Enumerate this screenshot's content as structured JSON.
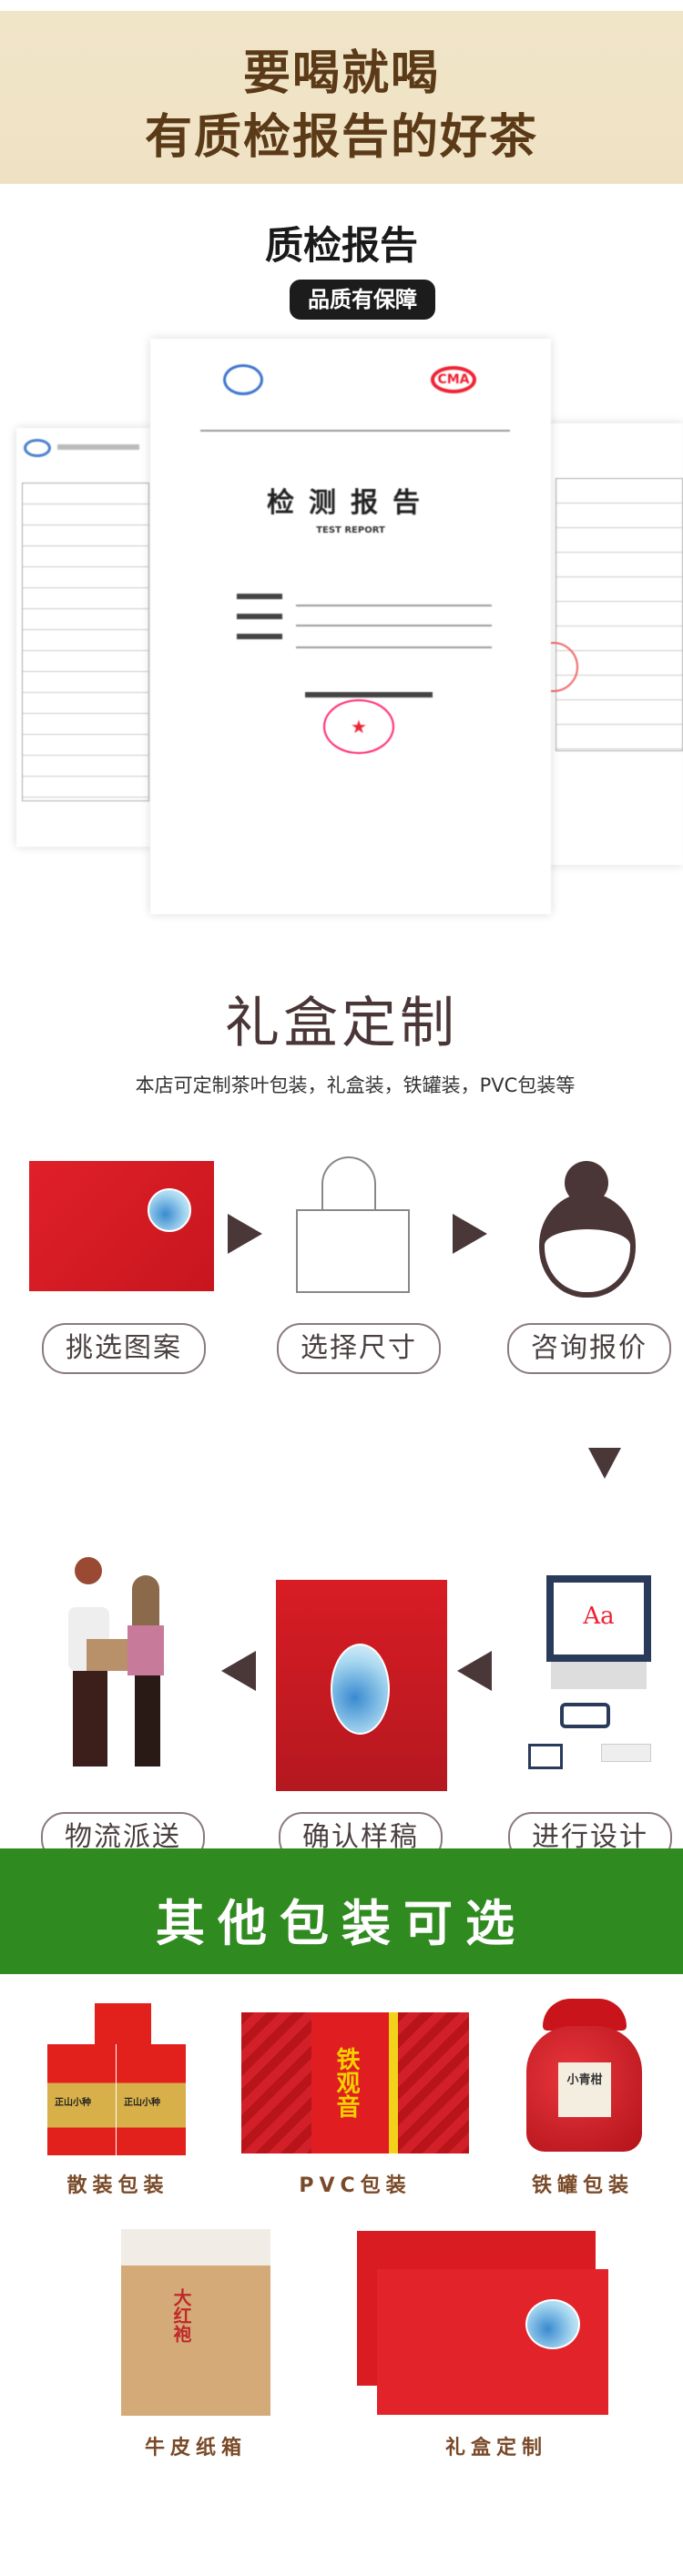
{
  "banner": {
    "line1": "要喝就喝",
    "line2": "有质检报告的好茶"
  },
  "report": {
    "title": "质检报告",
    "badge": "品质有保障",
    "doc_title": "检测报告",
    "doc_subtitle": "TEST REPORT"
  },
  "gift": {
    "title": "礼盒定制",
    "subtitle": "本店可定制茶叶包装，礼盒装，铁罐装，PVC包装等",
    "steps": [
      "挑选图案",
      "选择尺寸",
      "咨询报价",
      "进行设计",
      "确认样稿",
      "物流派送"
    ]
  },
  "design_screen_text": "Aa",
  "other": {
    "title": "其他包装可选",
    "items": [
      {
        "label": "散装包装",
        "print": "正山小种"
      },
      {
        "label": "PVC包装",
        "print": "铁观音"
      },
      {
        "label": "铁罐包装",
        "print": "小青柑"
      },
      {
        "label": "牛皮纸箱",
        "print": "大红袍"
      },
      {
        "label": "礼盒定制"
      }
    ]
  },
  "colors": {
    "banner": "#f0e3c6",
    "brown": "#5b3a18",
    "green": "#2f8a1f",
    "red": "#d81c24"
  }
}
